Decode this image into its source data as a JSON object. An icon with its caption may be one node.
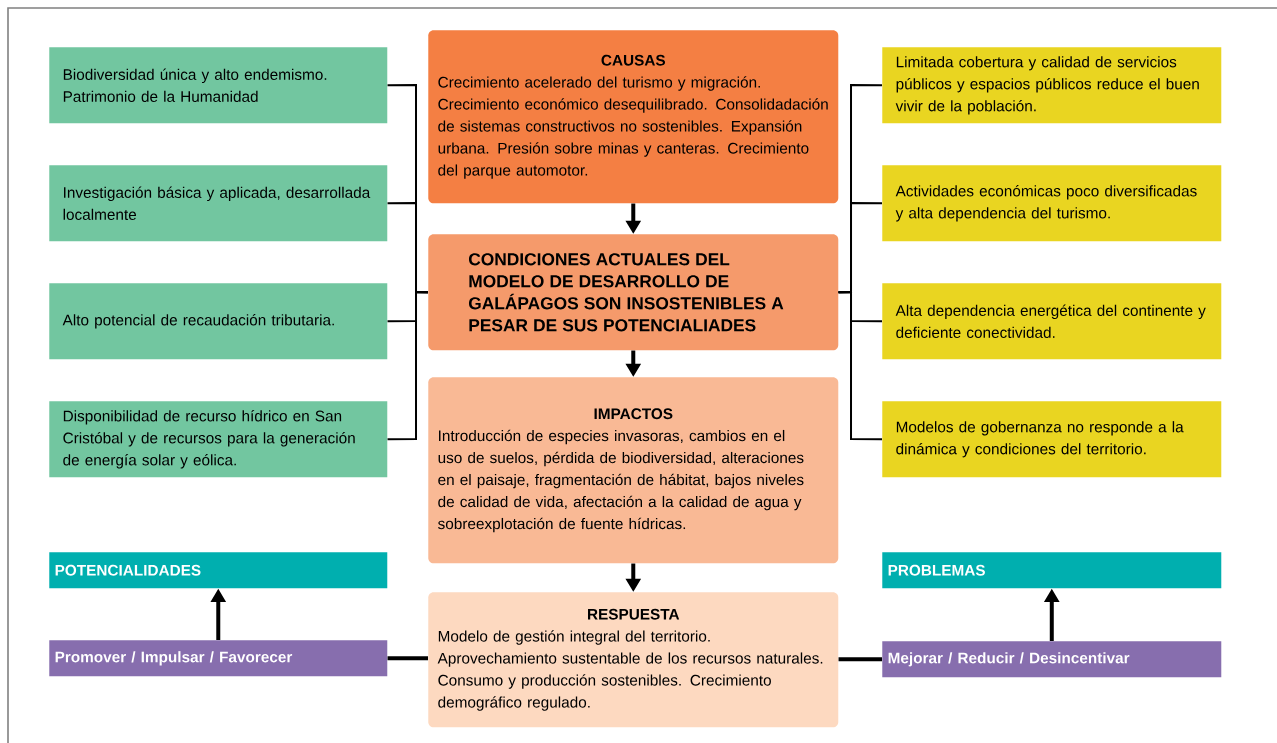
{
  "diagram": {
    "nodes": [
      {
        "text": [
          "CAUSAS",
          "Crecimiento acelerado del turismo y migración. Crecimiento económico desequilibrado. Consolidadación de sistemas constructivos no sostenibles. Expansión urbana. Presión sobre minas y canteras. Crecimiento del parque automotor."
        ]
      },
      {
        "text": [
          "CONDICIONES ACTUALES DEL MODELO DE DESARROLLO DE GALÁPAGOS SON INSOSTENIBLES A PESAR DE SUS POTENCIALIADES"
        ]
      },
      {
        "text": [
          "IMPACTOS",
          "Introducción de especies invasoras, cambios en el uso de suelos, pérdida de biodiversidad, alteraciones en el paisaje, fragmentación de hábitat, bajos niveles de calidad de vida, afectación a la calidad de agua y sobreexplotación de fuente hídricas."
        ]
      },
      {
        "text": [
          "RESPUESTA",
          "Modelo de gestión integral del territorio. Aprovechamiento sustentable de los recursos naturales. Consumo y producción sostenibles. Crecimiento demográfico regulado."
        ]
      },
      {
        "text": [
          "Biodiversidad única y alto endemismo. Patrimonio de la Humanidad"
        ]
      },
      {
        "text": [
          "Investigación básica y aplicada, desarrollada localmente"
        ]
      },
      {
        "text": [
          "Alto potencial de recaudación tributaria."
        ]
      },
      {
        "text": [
          "Disponibilidad de recurso hídrico en San Cristóbal y de recursos para la generación de energía solar y eólica."
        ]
      },
      {
        "text": [
          "Limitada cobertura y calidad de servicios públicos y espacios públicos reduce el buen vivir de la población."
        ]
      },
      {
        "text": [
          "Actividades económicas poco diversificadas y alta dependencia del turismo."
        ]
      },
      {
        "text": [
          "Alta dependencia energética del continente y deficiente conectividad."
        ]
      },
      {
        "text": [
          "Modelos de gobernanza no responde a la dinámica y condiciones del territorio."
        ]
      },
      {
        "text": [
          "POTENCIALIDADES"
        ]
      },
      {
        "text": [
          "PROBLEMAS"
        ]
      },
      {
        "text": [
          "Promover / Impulsar / Favorecer"
        ]
      },
      {
        "text": [
          "Mejorar / Reducir / Desincentivar"
        ]
      }
    ],
    "edges": [
      {
        "from": 0,
        "to": 1,
        "arrow": "to",
        "style": "thick"
      },
      {
        "from": 1,
        "to": 2,
        "arrow": "to",
        "style": "thick"
      },
      {
        "from": 2,
        "to": 3,
        "arrow": "to",
        "style": "thick"
      },
      {
        "from": 4,
        "to": 1,
        "arrow": "none"
      },
      {
        "from": 5,
        "to": 1,
        "arrow": "none"
      },
      {
        "from": 6,
        "to": 1,
        "arrow": "none"
      },
      {
        "from": 7,
        "to": 1,
        "arrow": "none"
      },
      {
        "from": 8,
        "to": 1,
        "arrow": "none"
      },
      {
        "from": 9,
        "to": 1,
        "arrow": "none"
      },
      {
        "from": 10,
        "to": 1,
        "arrow": "none"
      },
      {
        "from": 11,
        "to": 1,
        "arrow": "none"
      },
      {
        "from": 14,
        "to": 12,
        "arrow": "to",
        "style": "thick"
      },
      {
        "from": 15,
        "to": 13,
        "arrow": "to",
        "style": "thick"
      },
      {
        "from": 3,
        "to": 14,
        "arrow": "none",
        "style": "thick"
      },
      {
        "from": 3,
        "to": 15,
        "arrow": "none",
        "style": "thick"
      }
    ]
  }
}
